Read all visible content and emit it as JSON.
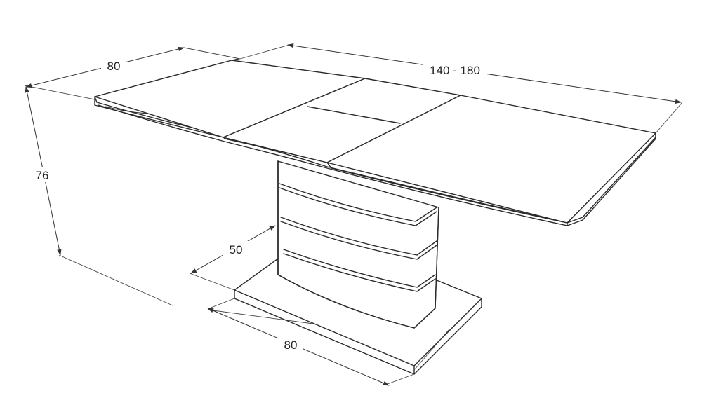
{
  "dimensions": {
    "width_top": "80",
    "length_top": "140 - 180",
    "height": "76",
    "base_depth": "50",
    "base_width": "80"
  }
}
